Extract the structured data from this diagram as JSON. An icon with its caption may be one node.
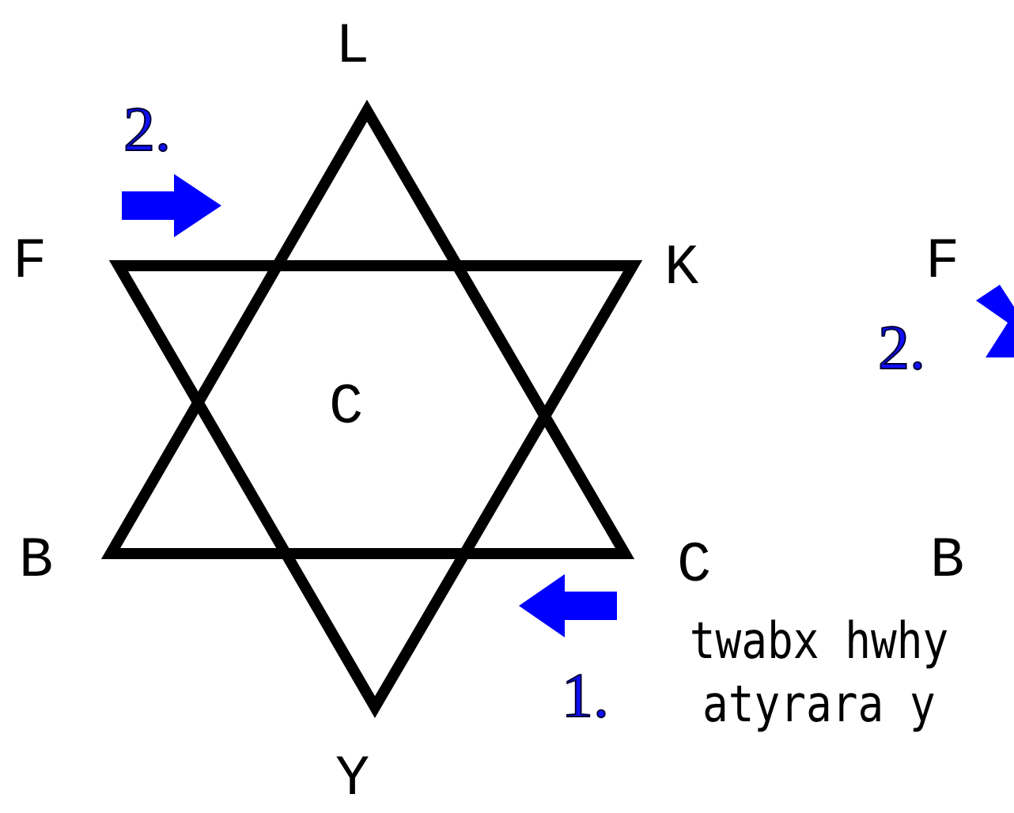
{
  "diagram": {
    "labels": [
      "L",
      "2.",
      "F",
      "K",
      "C",
      "B",
      "C",
      "1.",
      "Y",
      "F",
      "2.",
      "B",
      "twabx hwhy atyrara y"
    ]
  }
}
